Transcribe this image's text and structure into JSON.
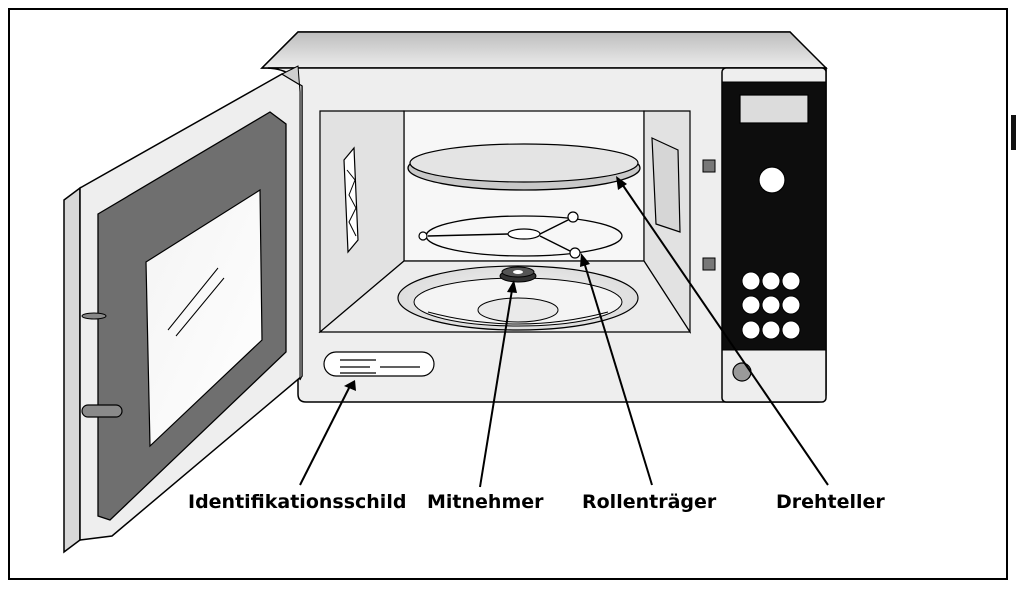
{
  "labels": {
    "identification_plate": "Identifikationsschild",
    "drive_coupling": "Mitnehmer",
    "roller_ring": "Rollenträger",
    "turntable": "Drehteller"
  },
  "colors": {
    "outline": "#000000",
    "body_light": "#e6e6e6",
    "body_top": "#cfcfcf",
    "seal_gray": "#6f6f6f",
    "panel_black": "#0d0d0d",
    "background": "#ffffff"
  }
}
